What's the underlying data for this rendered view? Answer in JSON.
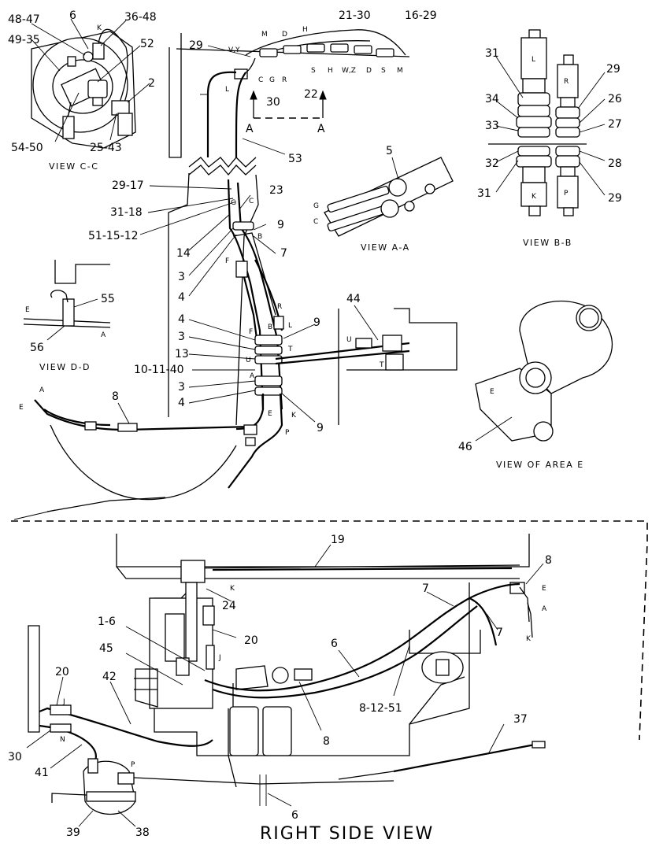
{
  "title": "RIGHT SIDE VIEW",
  "view_captions": {
    "cc": "VIEW C-C",
    "aa": "VIEW A-A",
    "bb": "VIEW B-B",
    "dd": "VIEW D-D",
    "area_e": "VIEW OF AREA E"
  },
  "section_marks": {
    "left": "A",
    "right": "A"
  },
  "callouts": {
    "c48_47": "48-47",
    "c49_35": "49-35",
    "c6_cc": "6",
    "c36_48": "36-48",
    "c52": "52",
    "c2": "2",
    "c54_50": "54-50",
    "c25_43": "25-43",
    "c29_top": "29",
    "c21_30": "21-30",
    "c16_29": "16-29",
    "c30_top": "30",
    "c22": "22",
    "c53": "53",
    "c29_17": "29-17",
    "c31_18": "31-18",
    "c51_15_12": "51-15-12",
    "c23": "23",
    "c9_a": "9",
    "c14": "14",
    "c7_top": "7",
    "c3_a": "3",
    "c4_a": "4",
    "c5": "5",
    "c31_bb_top": "31",
    "c34": "34",
    "c33": "33",
    "c32": "32",
    "c31_bb_bot": "31",
    "c29_bb_top": "29",
    "c26": "26",
    "c27": "27",
    "c28": "28",
    "c29_bb_bot": "29",
    "c55": "55",
    "c56": "56",
    "c4_b": "4",
    "c3_b": "3",
    "c13": "13",
    "c10_11_40": "10-11-40",
    "c3_c": "3",
    "c4_c": "4",
    "c9_b": "9",
    "c9_c": "9",
    "c8_top": "8",
    "c44": "44",
    "c46": "46",
    "c19": "19",
    "c8_right": "8",
    "c24": "24",
    "c7_mid": "7",
    "c7_right": "7",
    "c1_6": "1-6",
    "c20_mid": "20",
    "c6_mid": "6",
    "c45": "45",
    "c42": "42",
    "c20_left": "20",
    "c8_12_51": "8-12-51",
    "c8_bot": "8",
    "c37": "37",
    "c30_left": "30",
    "c41": "41",
    "c39": "39",
    "c38": "38",
    "c6_bot": "6"
  },
  "letters": {
    "K_cc": "K",
    "V_Y": "V,Y",
    "M_t1": "M",
    "D_t1": "D",
    "H_t1": "H",
    "L_t": "L",
    "C_t": "C",
    "G_t": "G",
    "R_t": "R",
    "S_t1": "S",
    "H_t2": "H",
    "WZ_t": "W,Z",
    "D_t2": "D",
    "S_t2": "S",
    "M_t2": "M",
    "G_mid": "G",
    "C_mid": "C",
    "B_mid": "B",
    "F_mid": "F",
    "R_mid": "R",
    "L_mid": "L",
    "F_low": "F",
    "B_low": "B",
    "T_low": "T",
    "U_low": "U",
    "A_low": "A",
    "E_low": "E",
    "K_low": "K",
    "P_low": "P",
    "U_r": "U",
    "T_r": "T",
    "G_aa": "G",
    "C_aa": "C",
    "L_bb": "L",
    "K_bb": "K",
    "R_bb": "R",
    "P_bb": "P",
    "E_dd": "E",
    "A_dd": "A",
    "A_left": "A",
    "E_left": "E",
    "E_area": "E",
    "K_bot": "K",
    "E_bot_r": "E",
    "A_bot_r": "A",
    "K_bot_r": "K",
    "J_mid": "J",
    "J_left": "J",
    "N_left": "N",
    "P_bot": "P"
  }
}
